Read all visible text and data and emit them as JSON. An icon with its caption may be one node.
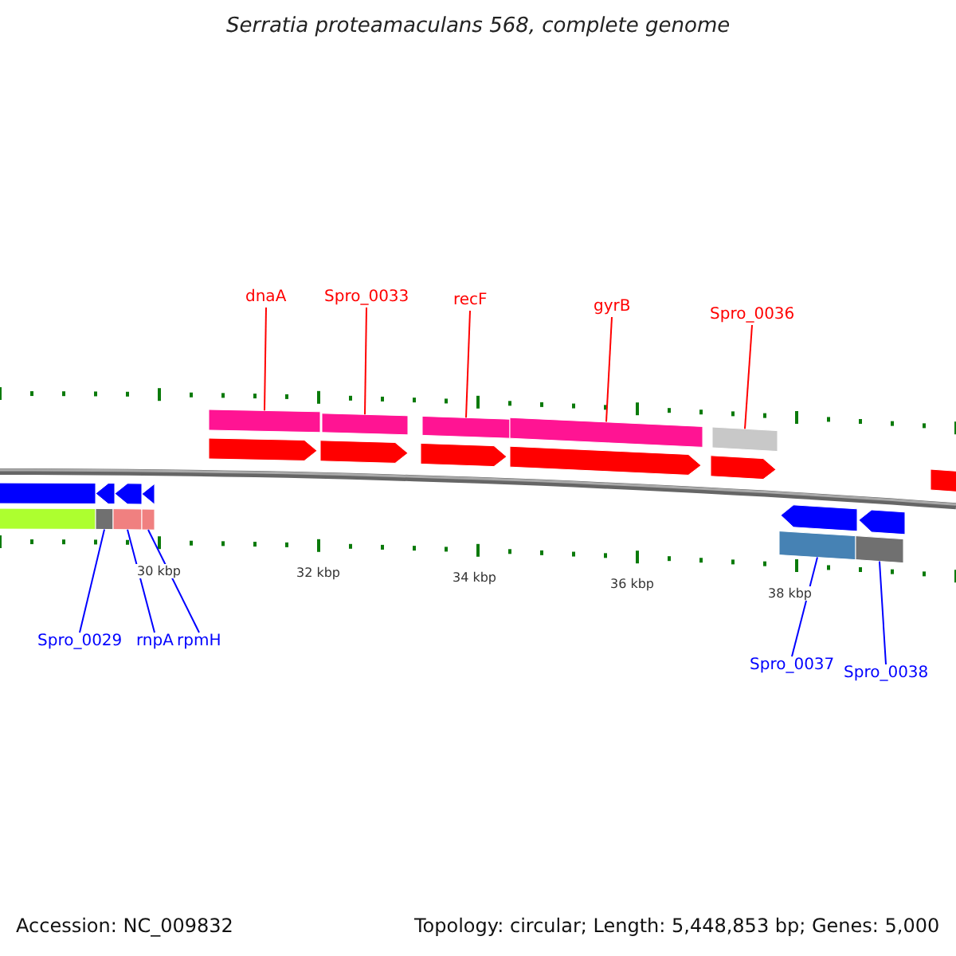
{
  "diagram": {
    "title": "Serratia proteamaculans 568, complete genome",
    "nodes": [
      {
        "text": [
          "dnaA"
        ]
      },
      {
        "text": [
          "Spro_0033"
        ]
      },
      {
        "text": [
          "recF"
        ]
      },
      {
        "text": [
          "gyrB"
        ]
      },
      {
        "text": [
          "Spro_0036"
        ]
      },
      {
        "text": [
          "Spro_0029"
        ]
      },
      {
        "text": [
          "rnpA"
        ]
      },
      {
        "text": [
          "rpmH"
        ]
      },
      {
        "text": [
          "Spro_0037"
        ]
      },
      {
        "text": [
          "Spro_0038"
        ]
      },
      {
        "text": [],
        "shape": "bar"
      },
      {
        "text": [],
        "shape": "bar"
      },
      {
        "text": [],
        "shape": "bar"
      },
      {
        "text": [],
        "shape": "bar"
      },
      {
        "text": [],
        "shape": "bar"
      },
      {
        "text": [],
        "shape": "bar"
      },
      {
        "text": [],
        "shape": "bar"
      },
      {
        "text": [],
        "shape": "bar"
      },
      {
        "text": [],
        "shape": "bar"
      },
      {
        "text": [],
        "shape": "bar"
      }
    ],
    "edges": [
      {
        "from": 0,
        "to": 10,
        "arrow": "none",
        "color": "#ff0000"
      },
      {
        "from": 1,
        "to": 11,
        "arrow": "none",
        "color": "#ff0000"
      },
      {
        "from": 2,
        "to": 12,
        "arrow": "none",
        "color": "#ff0000"
      },
      {
        "from": 3,
        "to": 13,
        "arrow": "none",
        "color": "#ff0000"
      },
      {
        "from": 4,
        "to": 14,
        "arrow": "none",
        "color": "#ff0000"
      },
      {
        "from": 5,
        "to": 15,
        "arrow": "none",
        "color": "#0000ff"
      },
      {
        "from": 6,
        "to": 16,
        "arrow": "none",
        "color": "#0000ff"
      },
      {
        "from": 7,
        "to": 17,
        "arrow": "none",
        "color": "#0000ff"
      },
      {
        "from": 8,
        "to": 18,
        "arrow": "none",
        "color": "#0000ff"
      },
      {
        "from": 9,
        "to": 19,
        "arrow": "none",
        "color": "#0000ff"
      }
    ],
    "labels": [
      "30 kbp",
      "32 kbp",
      "34 kbp",
      "36 kbp",
      "38 kbp",
      "Accession: NC_009832",
      "Topology: circular; Length: 5,448,853 bp; Genes: 5,000"
    ]
  }
}
